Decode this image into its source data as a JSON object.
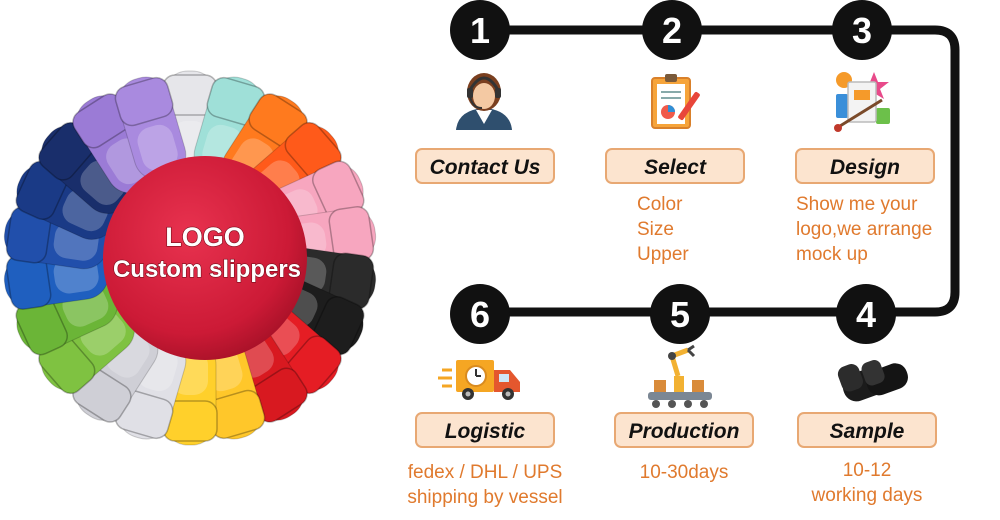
{
  "badge": {
    "logo": "LOGO",
    "caption": "Custom slippers"
  },
  "slipper_colors": [
    "#e6e6ea",
    "#9fe0d8",
    "#ff7a1e",
    "#ff5a1a",
    "#f7a6bf",
    "#f7a6bf",
    "#2b2b2b",
    "#1d1d1d",
    "#e51d24",
    "#d81920",
    "#ffc72a",
    "#ffd02b",
    "#e0e0e6",
    "#cfcfd6",
    "#7fc241",
    "#6bb537",
    "#1f5fbf",
    "#214fab",
    "#1a3a86",
    "#192e6b",
    "#9b7bd6",
    "#a98adf"
  ],
  "steps": [
    {
      "number": "1",
      "label": "Contact Us",
      "icon": "customer-service-icon",
      "lines": []
    },
    {
      "number": "2",
      "label": "Select",
      "icon": "clipboard-chart-icon",
      "lines": [
        "Color",
        "Size",
        "Upper"
      ]
    },
    {
      "number": "3",
      "label": "Design",
      "icon": "design-collage-icon",
      "lines": [
        "Show me your",
        "logo,we arrange",
        "mock up"
      ]
    },
    {
      "number": "4",
      "label": "Sample",
      "icon": "black-slipper-icon",
      "lines": [
        "10-12",
        "working days"
      ]
    },
    {
      "number": "5",
      "label": "Production",
      "icon": "factory-robot-icon",
      "lines": [
        "10-30days"
      ]
    },
    {
      "number": "6",
      "label": "Logistic",
      "icon": "delivery-truck-icon",
      "lines": [
        "fedex / DHL / UPS",
        "shipping by vessel"
      ]
    }
  ]
}
